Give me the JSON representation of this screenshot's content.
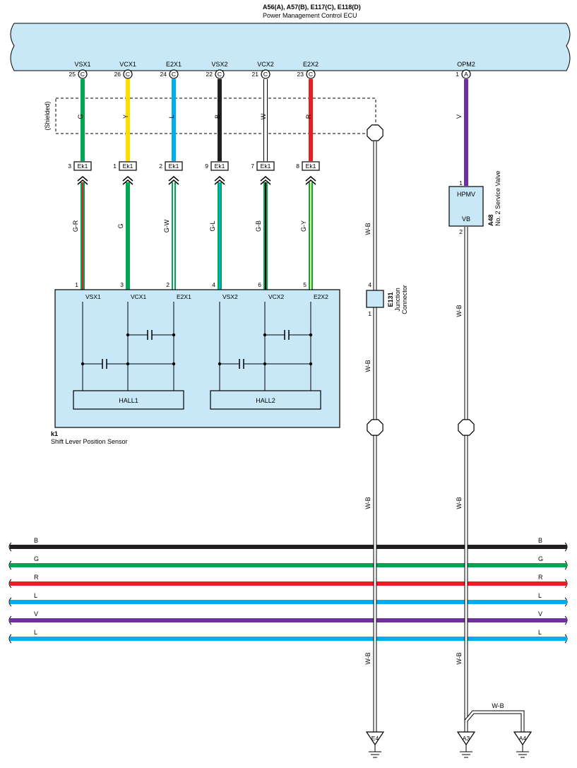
{
  "ecu": {
    "codes": "A56(A), A57(B), E117(C), E118(D)",
    "name": "Power Management Control ECU",
    "pins": [
      {
        "name": "VSX1",
        "num": "25",
        "conn": "C",
        "wire": "G",
        "color": "#00a651"
      },
      {
        "name": "VCX1",
        "num": "26",
        "conn": "C",
        "wire": "Y",
        "color": "#ffdd00"
      },
      {
        "name": "E2X1",
        "num": "24",
        "conn": "C",
        "wire": "L",
        "color": "#00aeef"
      },
      {
        "name": "VSX2",
        "num": "22",
        "conn": "C",
        "wire": "B",
        "color": "#231f20"
      },
      {
        "name": "VCX2",
        "num": "21",
        "conn": "C",
        "wire": "W",
        "color": "#ffffff"
      },
      {
        "name": "E2X2",
        "num": "23",
        "conn": "C",
        "wire": "R",
        "color": "#ed1c24"
      }
    ],
    "opm": {
      "name": "OPM2",
      "num": "1",
      "conn": "A",
      "wire": "V",
      "color": "#7030a0"
    }
  },
  "shielded_label": "(Shielded)",
  "ek1": [
    {
      "num": "3",
      "code": "Ek1",
      "wire": "G-R"
    },
    {
      "num": "1",
      "code": "Ek1",
      "wire": "G"
    },
    {
      "num": "2",
      "code": "Ek1",
      "wire": "G-W"
    },
    {
      "num": "9",
      "code": "Ek1",
      "wire": "G-L"
    },
    {
      "num": "7",
      "code": "Ek1",
      "wire": "G-B"
    },
    {
      "num": "8",
      "code": "Ek1",
      "wire": "G-Y"
    }
  ],
  "sensor": {
    "code": "k1",
    "name": "Shift Lever Position Sensor",
    "pins": [
      {
        "num": "1",
        "name": "VSX1"
      },
      {
        "num": "3",
        "name": "VCX1"
      },
      {
        "num": "2",
        "name": "E2X1"
      },
      {
        "num": "4",
        "name": "VSX2"
      },
      {
        "num": "6",
        "name": "VCX2"
      },
      {
        "num": "5",
        "name": "E2X2"
      }
    ],
    "hall1": "HALL1",
    "hall2": "HALL2"
  },
  "valve": {
    "code": "A48",
    "name": "No. 2 Service Valve",
    "in_label": "HPMV",
    "out_label": "VB",
    "pin_in": "1",
    "pin_out": "2"
  },
  "junction": {
    "code": "E131",
    "name": "Junction Connector",
    "pin_top": "4",
    "pin_bottom": "1"
  },
  "ground_wire": "W-B",
  "grounds": [
    "E4",
    "A3",
    "A4"
  ],
  "buses": [
    {
      "label": "B",
      "color": "#231f20"
    },
    {
      "label": "G",
      "color": "#00a651"
    },
    {
      "label": "R",
      "color": "#ed1c24"
    },
    {
      "label": "L",
      "color": "#00aeef"
    },
    {
      "label": "V",
      "color": "#7030a0"
    },
    {
      "label": "L",
      "color": "#00aeef"
    }
  ]
}
